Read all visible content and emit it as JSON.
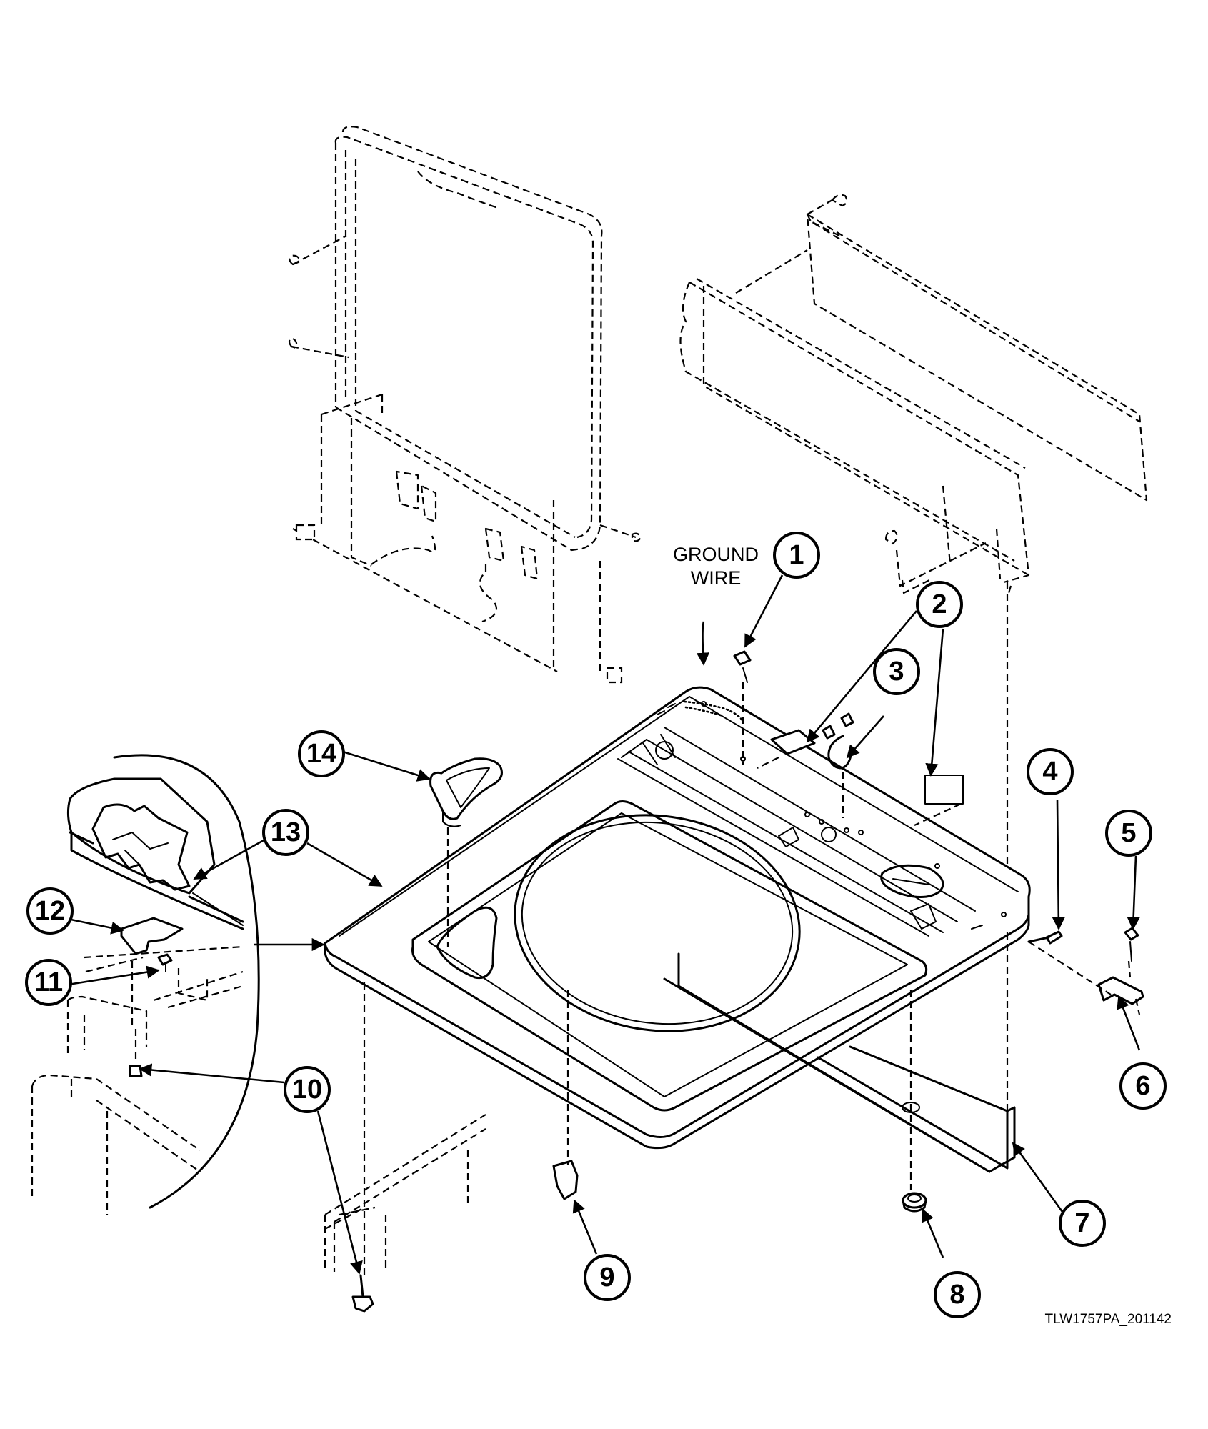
{
  "diagram": {
    "callouts": [
      "1",
      "2",
      "3",
      "4",
      "5",
      "6",
      "7",
      "8",
      "9",
      "10",
      "11",
      "12",
      "13",
      "14"
    ],
    "ground_wire_label": [
      "GROUND",
      "WIRE"
    ],
    "drawing_code": "TLW1757PA_201142"
  }
}
